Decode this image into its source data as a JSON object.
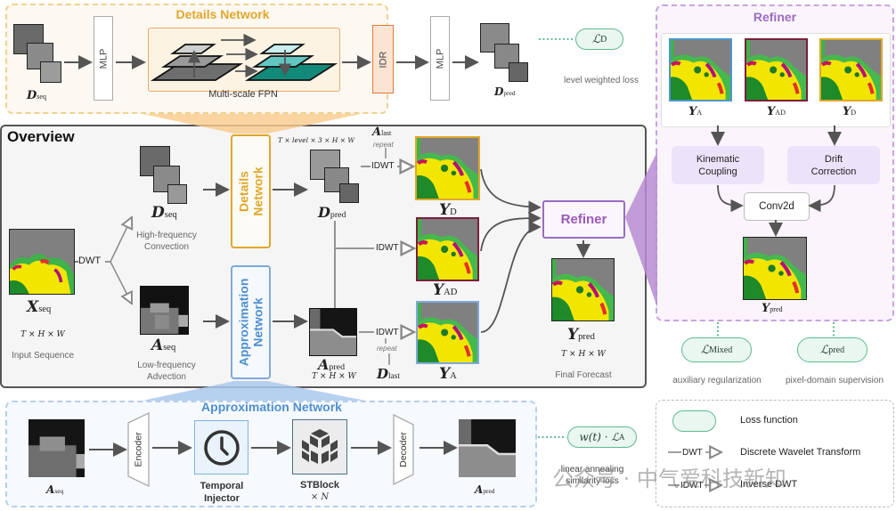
{
  "details_network": {
    "title": "Details Network",
    "input_label": "D",
    "input_sub": "seq",
    "mlp_in": "MLP",
    "fpn_caption": "Multi-scale FPN",
    "idr": "IDR",
    "mlp_out": "MLP",
    "output_label": "D",
    "output_sub": "pred",
    "loss": {
      "symbol": "ℒ",
      "sub": "D",
      "caption": "level weighted loss"
    }
  },
  "overview": {
    "title": "Overview",
    "input": {
      "label": "X",
      "sub": "seq",
      "dims": "T × H × W",
      "caption": "Input Sequence"
    },
    "dwt_label": "DWT",
    "d_seq": {
      "label": "D",
      "sub": "seq",
      "caption_line1": "High-frequency",
      "caption_line2": "Convection"
    },
    "a_seq": {
      "label": "A",
      "sub": "seq",
      "caption_line1": "Low-frequency",
      "caption_line2": "Advection"
    },
    "details_box": {
      "line1": "Details",
      "line2": "Network"
    },
    "approx_box": {
      "line1": "Approximation",
      "line2": "Network"
    },
    "d_pred": {
      "label": "D",
      "sub": "pred",
      "dims": "T × level × 3 × H × W"
    },
    "a_pred": {
      "label": "A",
      "sub": "pred",
      "dims": "T × H × W"
    },
    "a_last": {
      "label": "A",
      "sub": "last"
    },
    "d_last": {
      "label": "D",
      "sub": "last"
    },
    "repeat_label": "repeat",
    "idwt_label": "IDWT",
    "y_d": {
      "label": "Y",
      "sub": "D"
    },
    "y_ad": {
      "label": "Y",
      "sub": "AD"
    },
    "y_a": {
      "label": "Y",
      "sub": "A"
    },
    "refiner_box": "Refiner",
    "y_pred": {
      "label": "Y",
      "sub": "pred",
      "dims": "T × H × W",
      "caption": "Final Forecast"
    }
  },
  "refiner_panel": {
    "title": "Refiner",
    "inputs": [
      {
        "label": "Y",
        "sub": "A",
        "border": "#4e95cf"
      },
      {
        "label": "Y",
        "sub": "AD",
        "border": "#7a1f3a"
      },
      {
        "label": "Y",
        "sub": "D",
        "border": "#e0a72a"
      }
    ],
    "kinematic": {
      "line1": "Kinematic",
      "line2": "Coupling"
    },
    "drift": {
      "line1": "Drift",
      "line2": "Correction"
    },
    "conv": "Conv2d",
    "output": {
      "label": "Y",
      "sub": "pred"
    },
    "losses": [
      {
        "symbol": "ℒ",
        "sub": "Mixed",
        "caption": "auxiliary regularization"
      },
      {
        "symbol": "ℒ",
        "sub": "pred",
        "caption": "pixel-domain supervision"
      }
    ]
  },
  "approx_network": {
    "title": "Approximation Network",
    "input": {
      "label": "A",
      "sub": "seq"
    },
    "encoder": "Encoder",
    "temporal": {
      "line1": "Temporal",
      "line2": "Injector"
    },
    "stblock": {
      "line1": "STBlock",
      "line2": "× N"
    },
    "decoder": "Decoder",
    "output": {
      "label": "A",
      "sub": "pred"
    },
    "loss": {
      "symbol": "w(t) · ℒ",
      "sub": "A",
      "caption_line1": "linear annealing",
      "caption_line2": "similarity loss"
    }
  },
  "legend": {
    "loss_function": "Loss function",
    "dwt_op": "DWT",
    "dwt_text": "Discrete Wavelet Transform",
    "idwt_op": "IDWT",
    "idwt_text": "Inverse DWT"
  },
  "watermark": "公众号 · 中气爱科技新知",
  "colors": {
    "details": "#e0a72a",
    "approx": "#4e95cf",
    "refiner": "#9b59b6",
    "loss": "#5fb98f",
    "y_ad": "#7a1f3a"
  }
}
